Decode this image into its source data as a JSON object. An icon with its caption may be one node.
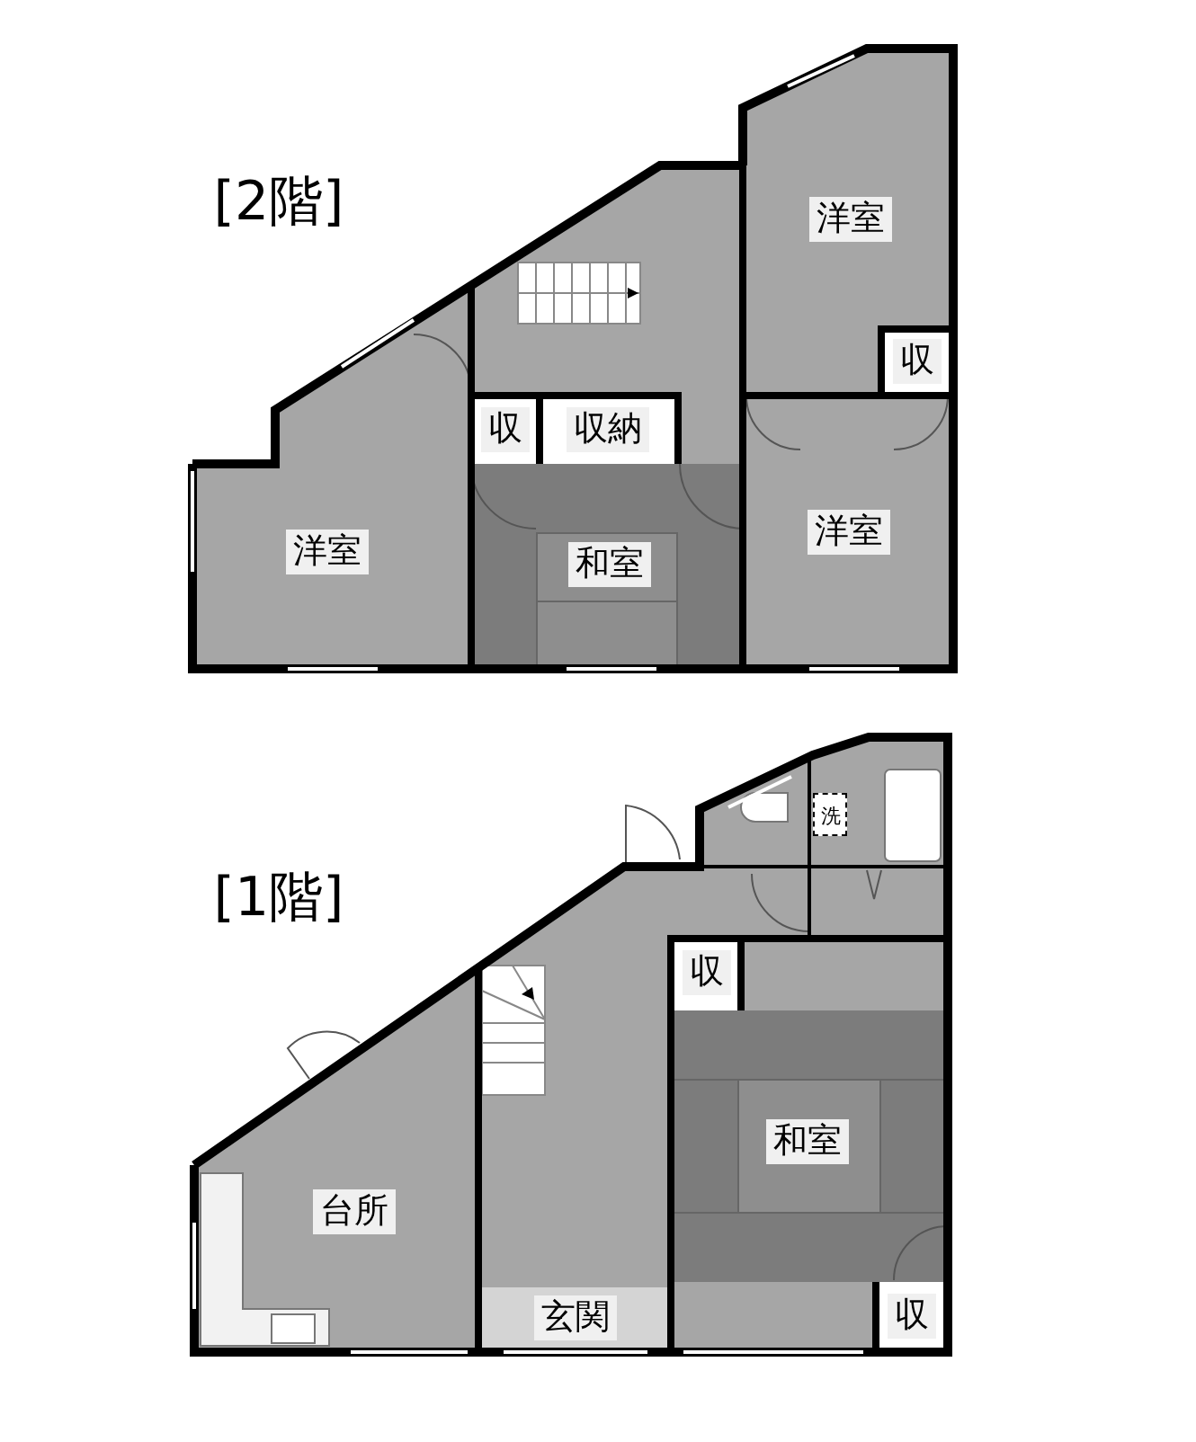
{
  "diagram": {
    "nodes": [
      {
        "text": [
          "洋室"
        ]
      },
      {
        "text": [
          "収"
        ]
      },
      {
        "text": [
          "収"
        ]
      },
      {
        "text": [
          "収納"
        ]
      },
      {
        "text": [
          "洋室"
        ]
      },
      {
        "text": [
          "和室"
        ]
      },
      {
        "text": [
          "洋室"
        ]
      },
      {
        "text": [
          "洗"
        ]
      },
      {
        "text": [
          "収"
        ]
      },
      {
        "text": [
          "和室"
        ]
      },
      {
        "text": [
          "台所"
        ]
      },
      {
        "text": [
          "玄関"
        ]
      },
      {
        "text": [
          "収"
        ]
      }
    ],
    "labels": [
      "[2階]",
      "[1階]"
    ]
  }
}
